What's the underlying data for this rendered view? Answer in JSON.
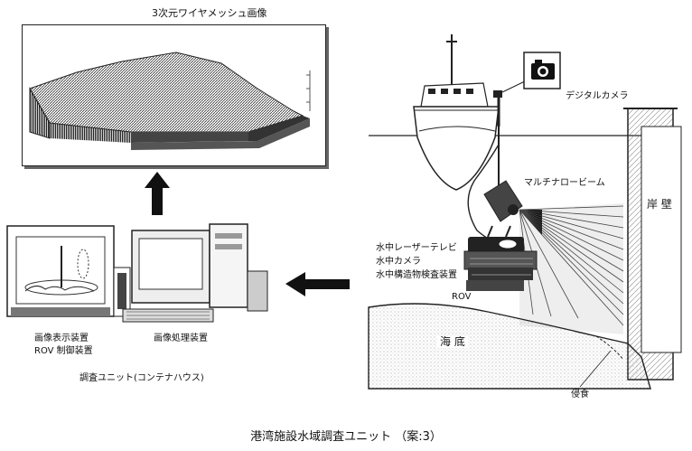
{
  "mesh_image": {
    "title": "3次元ワイヤメッシュ画像"
  },
  "labels": {
    "digital_camera": "デジタルカメラ",
    "multi_narrow_beam": "マルチナロービーム",
    "quay_wall": "岸 壁",
    "underwater_laser_tv": "水中レーザーテレビ",
    "underwater_camera": "水中カメラ",
    "underwater_inspector": "水中構造物検査装置",
    "rov": "ROV",
    "seabed": "海  底",
    "erosion": "侵食",
    "display_device": "画像表示装置",
    "rov_control": "ROV 制御装置",
    "image_processor": "画像処理装置",
    "survey_unit": "調査ユニット(コンテナハウス)"
  },
  "caption": "港湾施設水域調査ユニット （案:3）"
}
